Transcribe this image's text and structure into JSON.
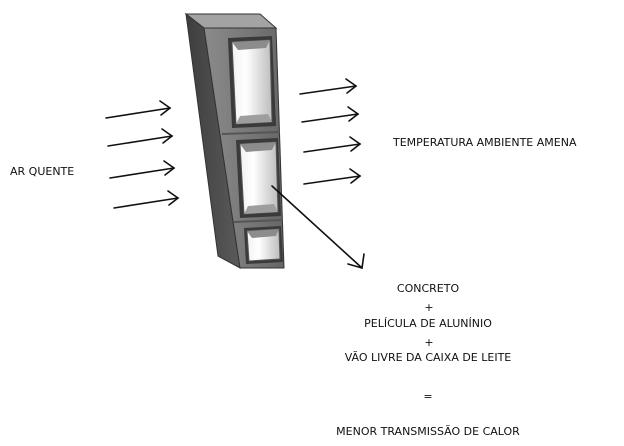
{
  "labels": {
    "hot_air": "AR QUENTE",
    "ambient_temperature": "TEMPERATURA AMBIENTE AMENA",
    "concrete": "CONCRETO",
    "plus_1": "+",
    "aluminum_film": "PELÍCULA DE ALUNÍNIO",
    "plus_2": "+",
    "milk_box_void": "VÃO LIVRE DA CAIXA DE LEITE",
    "equals": "=",
    "result": "MENOR TRANSMISSÃO DE CALOR"
  },
  "colors": {
    "concrete_face": "#6f6f6f",
    "concrete_side": "#4e4e4e",
    "concrete_top": "#9a9a9a",
    "cavity_lining": "#d9d9d9",
    "arrow": "#111111"
  }
}
